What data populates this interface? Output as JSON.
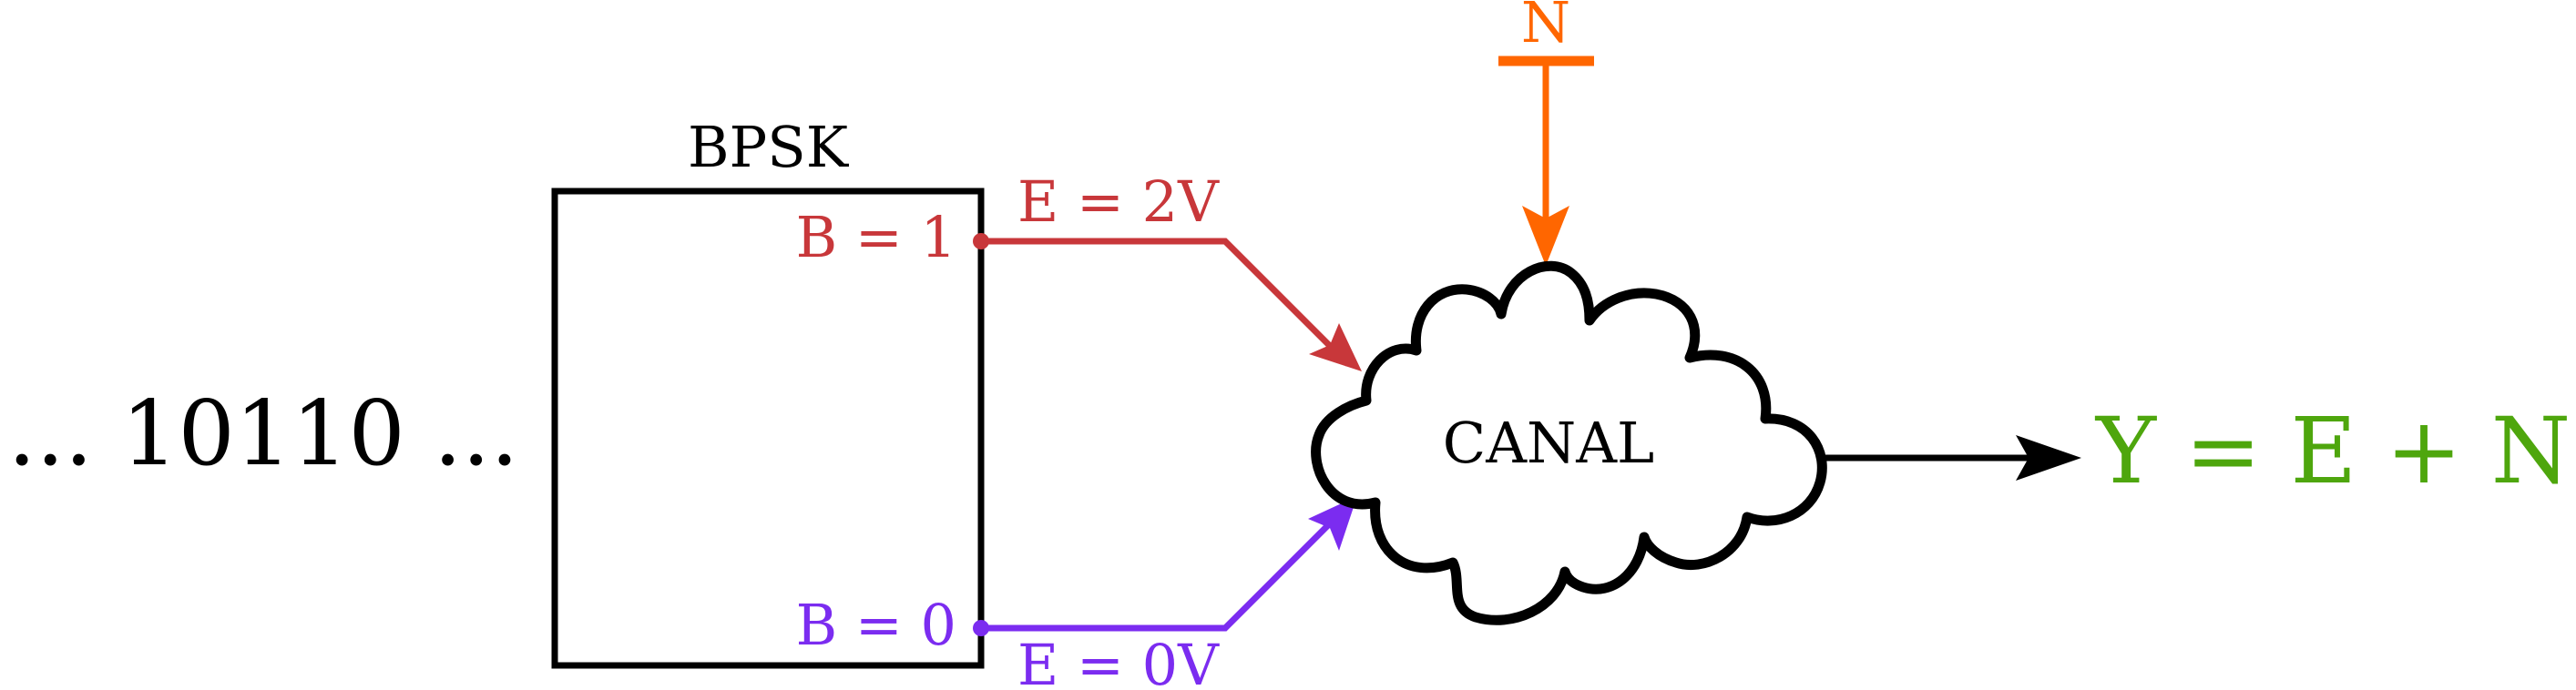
{
  "input": {
    "bit_stream": "... 10110 ..."
  },
  "modulator": {
    "label": "BPSK",
    "output_high": {
      "bit_label": "B = 1",
      "energy_label": "E = 2V"
    },
    "output_low": {
      "bit_label": "B = 0",
      "energy_label": "E = 0V"
    }
  },
  "noise": {
    "label": "N"
  },
  "channel": {
    "label": "CANAL"
  },
  "output": {
    "equation": "Y = E + N"
  },
  "colors": {
    "line": "#000000",
    "high_signal": "#c8373a",
    "low_signal": "#7b2cf0",
    "noise": "#ff6600",
    "output": "#4ea60d"
  }
}
